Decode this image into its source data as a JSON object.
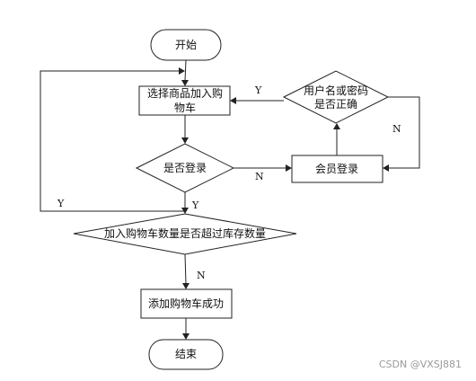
{
  "nodes": {
    "start": "开始",
    "select_item": [
      "选择商品加入购",
      "物车"
    ],
    "is_logged_in": "是否登录",
    "member_login": "会员登录",
    "credentials_ok": [
      "用户名或密码",
      "是否正确"
    ],
    "qty_check": "加入购物车数量是否超过库存数量",
    "add_success": "添加购物车成功",
    "end": "结束"
  },
  "edges": {
    "credentials_yes": "Y",
    "credentials_no": "N",
    "login_no": "N",
    "login_yes": "Y",
    "qty_yes": "Y",
    "qty_no": "N"
  },
  "watermark": "CSDN @VXSJ881"
}
